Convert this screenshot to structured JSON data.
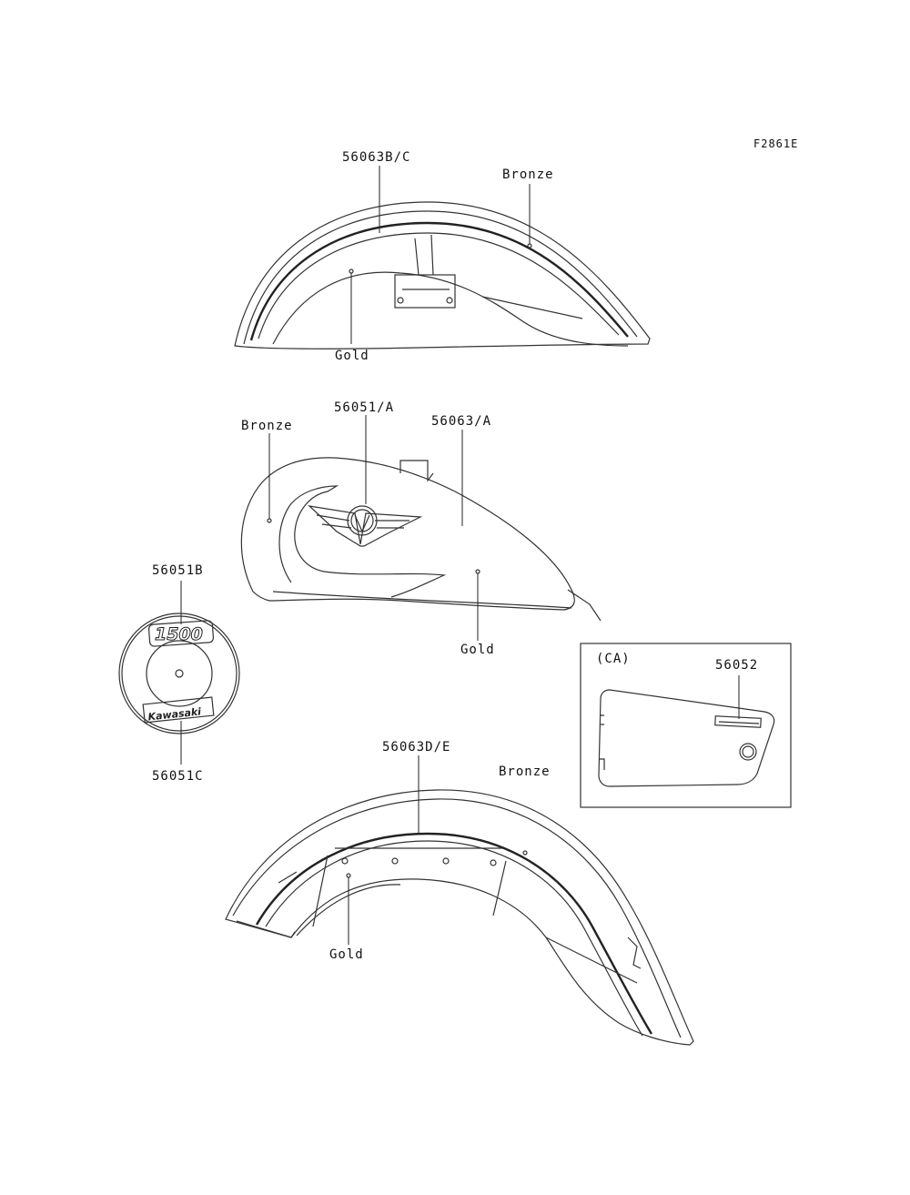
{
  "figure_code": "F2861E",
  "labels": {
    "rear_fender_part": "56063B/C",
    "rear_fender_bronze": "Bronze",
    "rear_fender_gold": "Gold",
    "tank_bronze": "Bronze",
    "tank_emblem_part": "56051/A",
    "tank_stripe_part": "56063/A",
    "tank_gold": "Gold",
    "emblem_top_part": "56051B",
    "emblem_bottom_part": "56051C",
    "front_fender_part": "56063D/E",
    "front_fender_bronze": "Bronze",
    "front_fender_gold": "Gold",
    "inset_region": "(CA)",
    "inset_part": "56052"
  },
  "emblem": {
    "top_text": "1500",
    "bottom_text": "Kawasaki"
  },
  "colors": {
    "line": "#222222",
    "background": "#ffffff"
  }
}
